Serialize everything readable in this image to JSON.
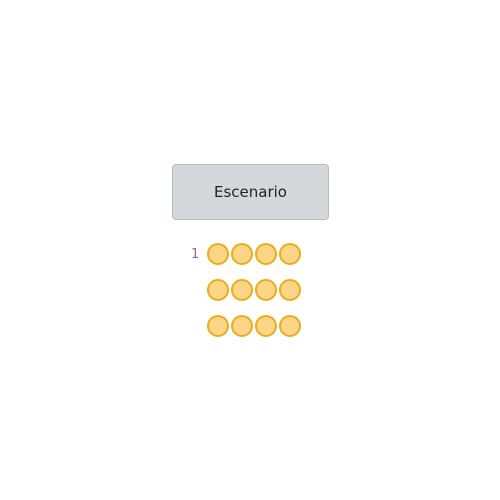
{
  "stage": {
    "label": "Escenario"
  },
  "colors": {
    "seat_fill": "#fdd586",
    "seat_border": "#e8ad1c",
    "stage_bg": "#d4d8da",
    "row_label": "#8d6a8c"
  },
  "rows": [
    {
      "label": "1",
      "seats": 4
    },
    {
      "label": "",
      "seats": 4
    },
    {
      "label": "",
      "seats": 4
    }
  ]
}
